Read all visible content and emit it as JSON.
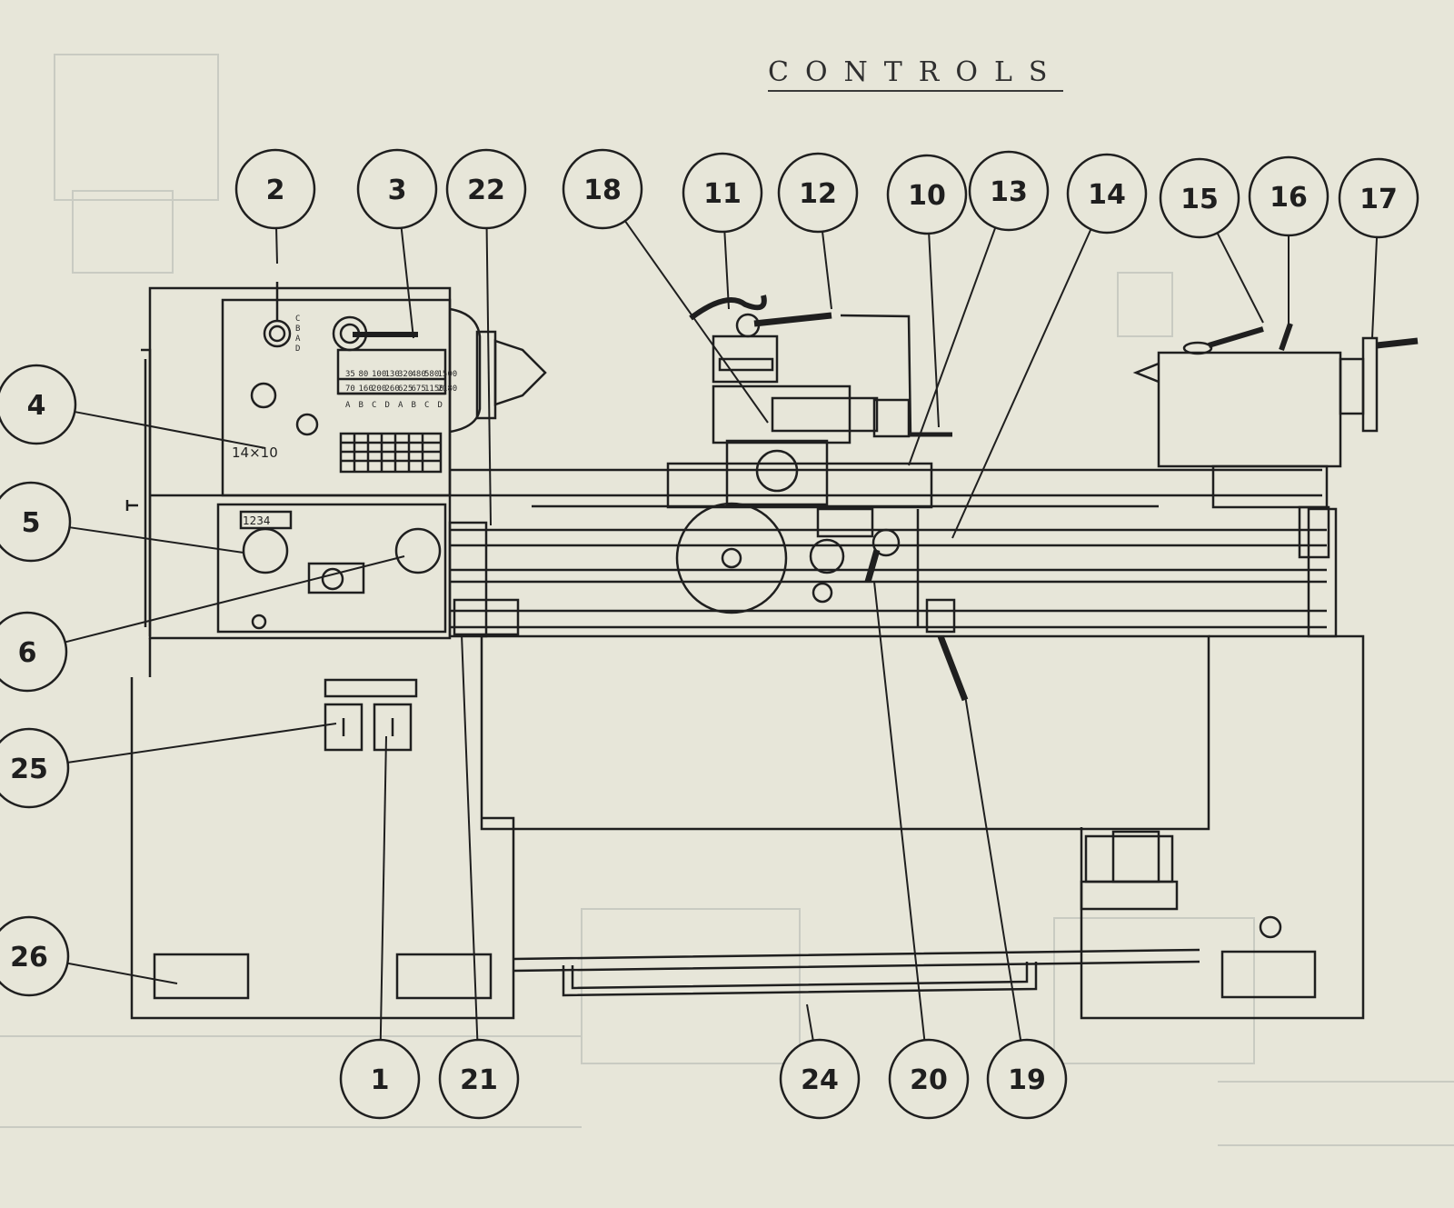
{
  "title": "CONTROLS",
  "headstock_marks": {
    "lever_positions": [
      "C",
      "B",
      "A",
      "D"
    ],
    "speed_row_1": [
      "35",
      "80",
      "100",
      "130",
      "320",
      "480",
      "580",
      "1500"
    ],
    "speed_row_2": [
      "70",
      "160",
      "200",
      "260",
      "625",
      "675",
      "1150",
      "2180"
    ],
    "letters": [
      "A",
      "B",
      "C",
      "D",
      "A",
      "B",
      "C",
      "D"
    ],
    "feed_label": "14×10",
    "gearbox_digits": "1234"
  },
  "callouts": [
    {
      "num": "1"
    },
    {
      "num": "2"
    },
    {
      "num": "3"
    },
    {
      "num": "4"
    },
    {
      "num": "5"
    },
    {
      "num": "6"
    },
    {
      "num": "10"
    },
    {
      "num": "11"
    },
    {
      "num": "12"
    },
    {
      "num": "13"
    },
    {
      "num": "14"
    },
    {
      "num": "15"
    },
    {
      "num": "16"
    },
    {
      "num": "17"
    },
    {
      "num": "18"
    },
    {
      "num": "19"
    },
    {
      "num": "20"
    },
    {
      "num": "21"
    },
    {
      "num": "22"
    },
    {
      "num": "24"
    },
    {
      "num": "25"
    },
    {
      "num": "26"
    }
  ]
}
